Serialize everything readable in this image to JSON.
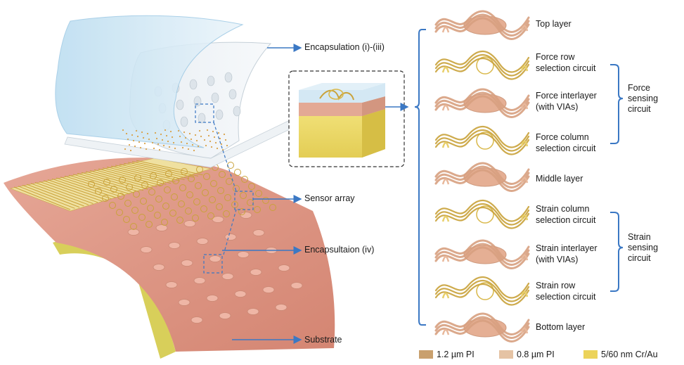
{
  "left_labels": {
    "encapsulation_top": "Encapsulation (i)-(iii)",
    "sensor_array": "Sensor array",
    "encapsulation_iv": "Encapsultaion (iv)",
    "substrate": "Substrate"
  },
  "layers": [
    {
      "name": "Top layer",
      "material": "pi"
    },
    {
      "name": "Force row selection circuit",
      "material": "metal"
    },
    {
      "name": "Force interlayer (with VIAs)",
      "material": "pi"
    },
    {
      "name": "Force column selection circuit",
      "material": "metal"
    },
    {
      "name": "Middle layer",
      "material": "pi"
    },
    {
      "name": "Strain column selection circuit",
      "material": "metal"
    },
    {
      "name": "Strain interlayer (with VIAs)",
      "material": "pi"
    },
    {
      "name": "Strain row selection circuit",
      "material": "metal"
    },
    {
      "name": "Bottom layer",
      "material": "pi"
    }
  ],
  "layer_labels": {
    "top": "Top layer",
    "force_row_1": "Force row",
    "force_row_2": "selection circuit",
    "force_inter_1": "Force interlayer",
    "force_inter_2": "(with VIAs)",
    "force_col_1": "Force column",
    "force_col_2": "selection circuit",
    "middle": "Middle layer",
    "strain_col_1": "Strain column",
    "strain_col_2": "selection circuit",
    "strain_inter_1": "Strain interlayer",
    "strain_inter_2": "(with VIAs)",
    "strain_row_1": "Strain row",
    "strain_row_2": "selection circuit",
    "bottom": "Bottom layer"
  },
  "groups": {
    "force_1": "Force",
    "force_2": "sensing",
    "force_3": "circuit",
    "strain_1": "Strain",
    "strain_2": "sensing",
    "strain_3": "circuit"
  },
  "legend": [
    {
      "label": "1.2 µm PI",
      "color": "#c9a06e"
    },
    {
      "label": "0.8 µm PI",
      "color": "#e5c3a4"
    },
    {
      "label": "5/60 nm Cr/Au",
      "color": "#ecd35a"
    }
  ],
  "colors": {
    "arrow": "#3b78c4",
    "substrate_top": "#e29988",
    "substrate_edge": "#d8cf5a",
    "encapsulation": "#cfe4f2",
    "gold": "#d9b84a"
  }
}
